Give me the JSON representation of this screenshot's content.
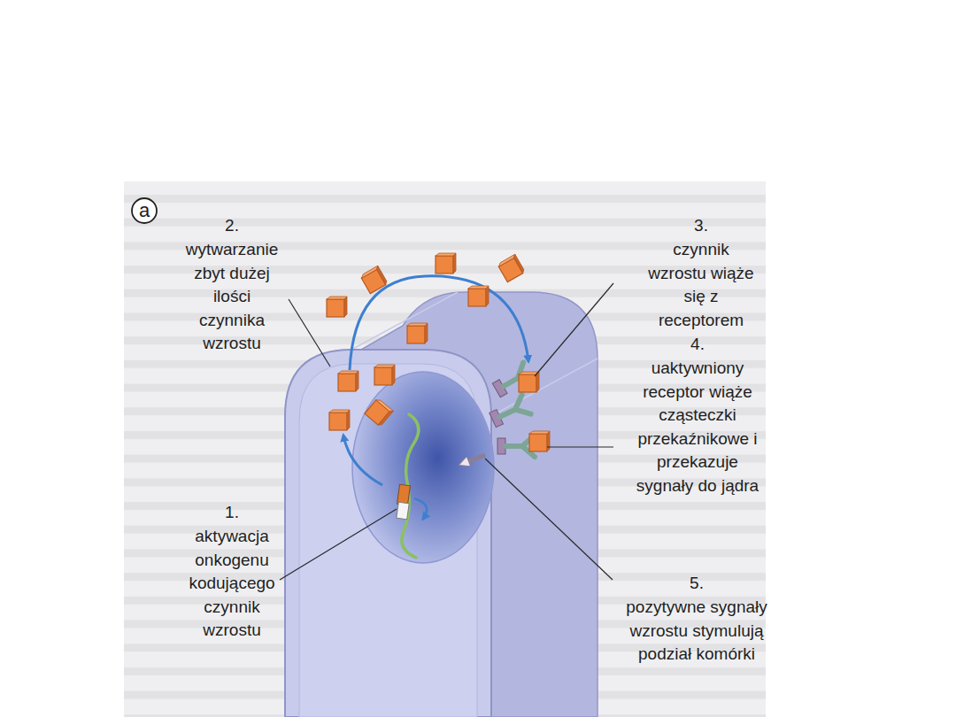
{
  "diagram": {
    "labels": [
      "a",
      "2.",
      "wytwarzanie zbyt dużej ilości czynnika wzrostu",
      "3.",
      "czynnik wzrostu wiąże się z receptorem",
      "4.",
      "uaktywniony receptor wiąże cząsteczki przekaźnikowe i przekazuje sygnały do jądra",
      "1.",
      "aktywacja onkogenu kodującego czynnik wzrostu",
      "5.",
      "pozytywne sygnały wzrostu stymulują podział komórki"
    ]
  }
}
